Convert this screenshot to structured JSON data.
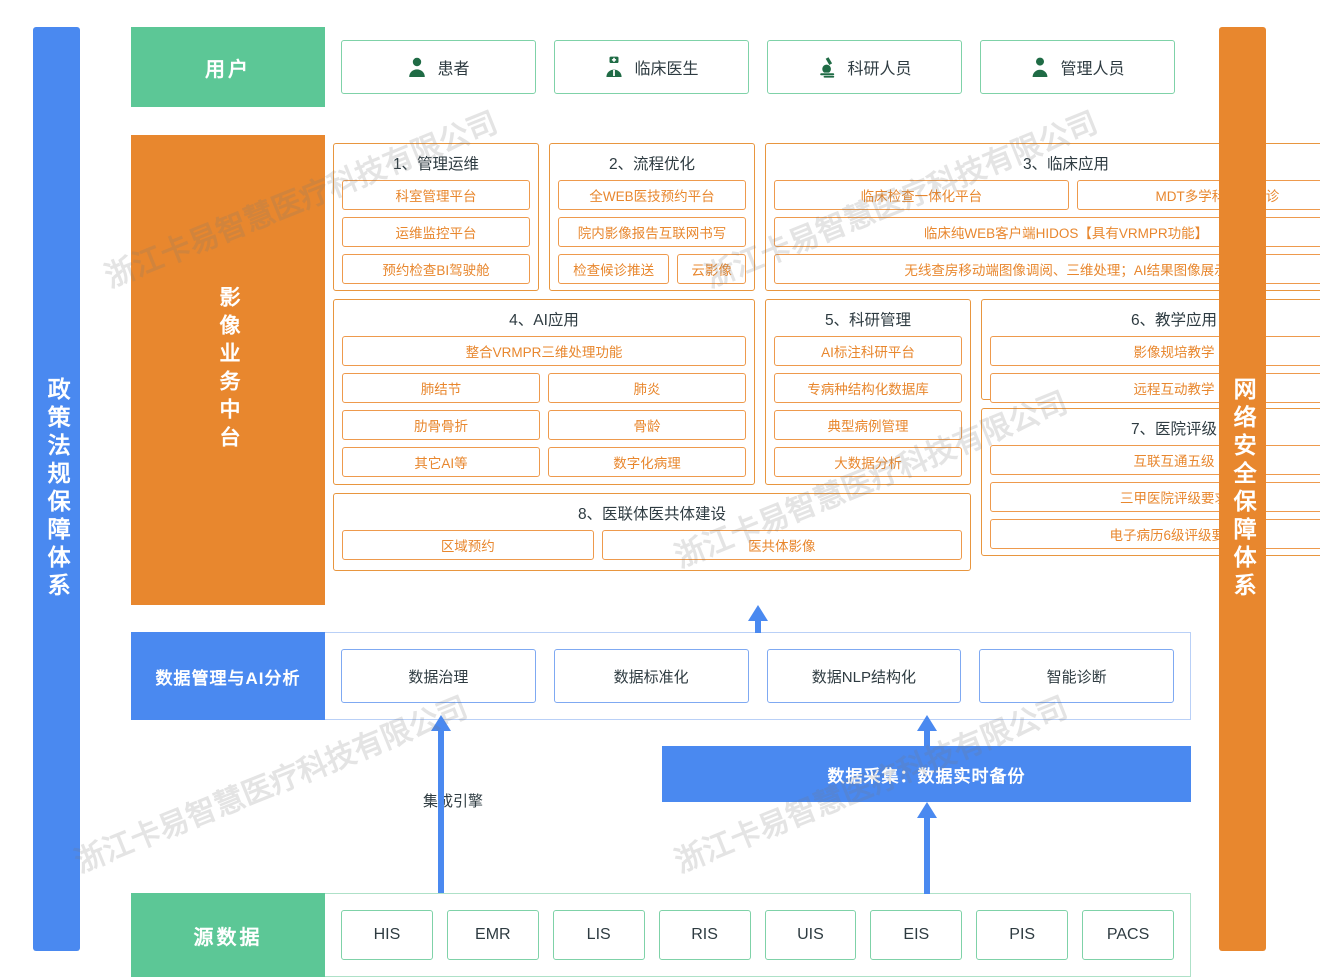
{
  "rails": {
    "left": {
      "label": "政策法规保障体系",
      "color": "#4A89F0"
    },
    "right": {
      "label": "网络安全保障体系",
      "color": "#E8872E"
    }
  },
  "users_band": {
    "label": "用户",
    "color": "#5CC796",
    "cards": [
      {
        "label": "患者",
        "icon": "person-icon"
      },
      {
        "label": "临床医生",
        "icon": "doctor-icon"
      },
      {
        "label": "科研人员",
        "icon": "microscope-icon"
      },
      {
        "label": "管理人员",
        "icon": "manager-icon"
      }
    ]
  },
  "platform_band": {
    "label": "影像业务中台",
    "color": "#E8872E",
    "panels": [
      {
        "title": "1、管理运维",
        "rows": [
          [
            "科室管理平台"
          ],
          [
            "运维监控平台"
          ],
          [
            "预约检查BI驾驶舱"
          ]
        ]
      },
      {
        "title": "2、流程优化",
        "rows": [
          [
            "全WEB医技预约平台"
          ],
          [
            "院内影像报告互联网书写"
          ],
          [
            "检查候诊推送",
            "云影像"
          ]
        ]
      },
      {
        "title": "3、临床应用",
        "rows": [
          [
            "临床检查一体化平台",
            "MDT多学科联合会诊"
          ],
          [
            "临床纯WEB客户端HIDOS【具有VRMPR功能】"
          ],
          [
            "无线查房移动端图像调阅、三维处理；AI结果图像展示"
          ]
        ]
      },
      {
        "title": "4、AI应用",
        "rows": [
          [
            "整合VRMPR三维处理功能"
          ],
          [
            "肺结节",
            "肺炎"
          ],
          [
            "肋骨骨折",
            "骨龄"
          ],
          [
            "其它AI等",
            "数字化病理"
          ]
        ]
      },
      {
        "title": "5、科研管理",
        "rows": [
          [
            "AI标注科研平台"
          ],
          [
            "专病种结构化数据库"
          ],
          [
            "典型病例管理"
          ],
          [
            "大数据分析"
          ]
        ]
      },
      {
        "title": "6、教学应用",
        "rows": [
          [
            "影像规培教学"
          ],
          [
            "远程互动教学"
          ]
        ]
      },
      {
        "title": "7、医院评级",
        "rows": [
          [
            "互联互通五级"
          ],
          [
            "三甲医院评级要求"
          ],
          [
            "电子病历6级评级要求"
          ]
        ]
      },
      {
        "title": "8、医联体医共体建设",
        "rows": [
          [
            "区域预约",
            "医共体影像"
          ]
        ]
      }
    ]
  },
  "data_band": {
    "label": "数据管理与AI分析",
    "color": "#4A89F0",
    "cards": [
      "数据治理",
      "数据标准化",
      "数据NLP结构化",
      "智能诊断"
    ]
  },
  "middle": {
    "engine_label": "集成引擎",
    "collect_bar": "数据采集：数据实时备份",
    "collect_bar_color": "#4A89F0"
  },
  "source_band": {
    "label": "源数据",
    "color": "#5CC796",
    "cards": [
      "HIS",
      "EMR",
      "LIS",
      "RIS",
      "UIS",
      "EIS",
      "PIS",
      "PACS"
    ]
  },
  "watermark": {
    "text": "浙江卡易智慧医疗科技有限公司"
  }
}
